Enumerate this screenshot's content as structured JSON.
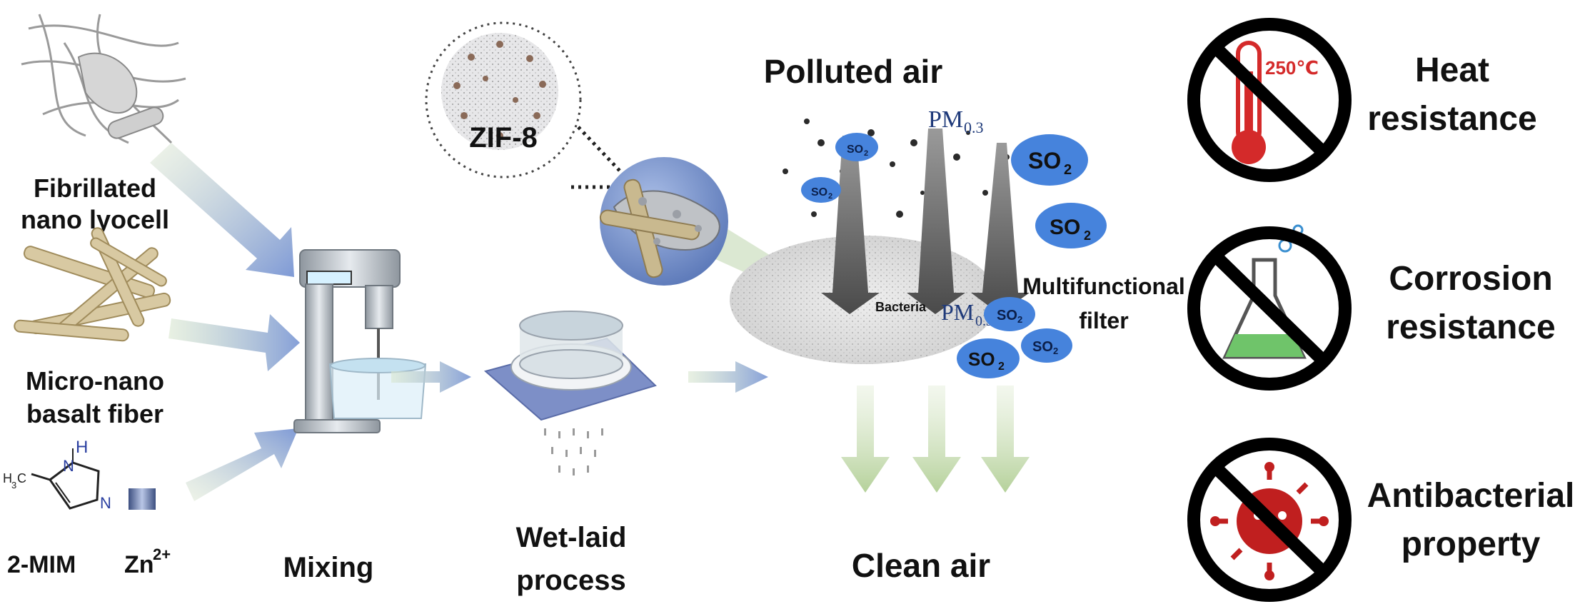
{
  "inputs": {
    "fibrillated_line1": "Fibrillated",
    "fibrillated_line2": "nano lyocell",
    "basalt_line1": "Micro-nano",
    "basalt_line2": "basalt fiber",
    "mim_label": "2-MIM",
    "zn_label": "Zn",
    "zn_charge": "2+",
    "mim_n": "N",
    "mim_h": "H",
    "mim_methyl": "H",
    "mim_methyl_sub": "3",
    "mim_methyl_c": "C"
  },
  "steps": {
    "mixing": "Mixing",
    "wetlaid_line1": "Wet-laid",
    "wetlaid_line2": "process",
    "zif8": "ZIF-8"
  },
  "filter": {
    "polluted_air": "Polluted air",
    "clean_air": "Clean air",
    "multifunctional_line1": "Multifunctional",
    "multifunctional_line2": "filter",
    "bacteria": "Bacteria",
    "pm_main": "PM",
    "pm_sub": "0.3",
    "so_main": "SO",
    "so_sub": "2"
  },
  "properties": {
    "heat_line1": "Heat",
    "heat_line2": "resistance",
    "heat_temp": "250℃",
    "corrosion_line1": "Corrosion",
    "corrosion_line2": "resistance",
    "antibacterial_line1": "Antibacterial",
    "antibacterial_line2": "property"
  },
  "colors": {
    "arrow_blue": "#8fa8d8",
    "arrow_green": "#bcd6a4",
    "cloud_blue": "#3f7ad6",
    "prohibition": "#000000",
    "thermometer": "#d42a2a",
    "flask_liquid": "#6fc46a",
    "virus": "#c01f1f"
  }
}
